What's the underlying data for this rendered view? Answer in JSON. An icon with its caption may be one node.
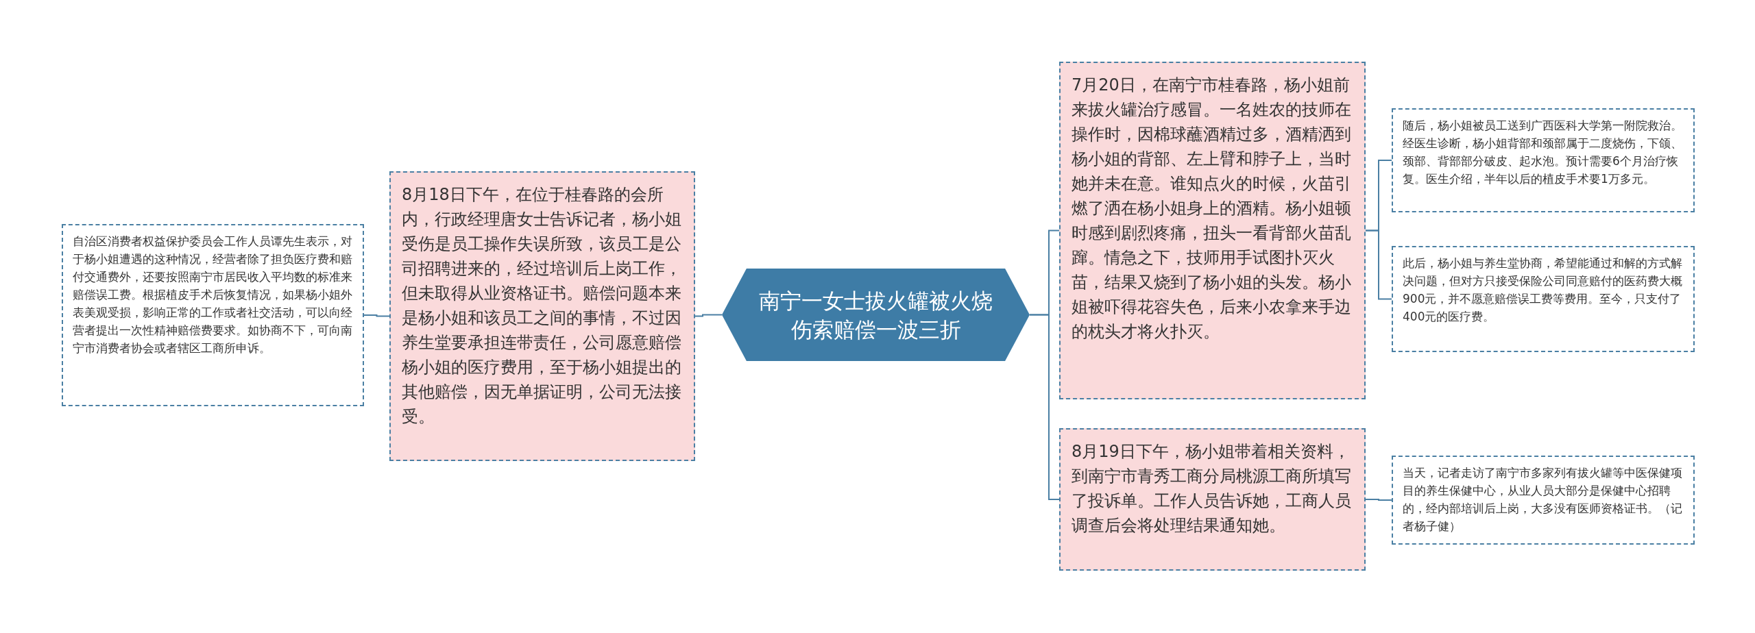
{
  "diagram": {
    "nodes": [
      {
        "text": [
          "南宁一女士拔火罐被火烧伤索赔偿一波三折"
        ]
      },
      {
        "text": [
          "8月18日下午，在位于桂春路的会所内，行政经理唐女士告诉记者，杨小姐受伤是员工操作失误所致，该员工是公司招聘进来的，经过培训后上岗工作，但未取得从业资格证书。赔偿问题本来是杨小姐和该员工之间的事情，不过因养生堂要承担连带责任，公司愿意赔偿杨小姐的医疗费用，至于杨小姐提出的其他赔偿，因无单据证明，公司无法接受。"
        ]
      },
      {
        "text": [
          "自治区消费者权益保护委员会工作人员谭先生表示，对于杨小姐遭遇的这种情况，经营者除了担负医疗费和赔付交通费外，还要按照南宁市居民收入平均数的标准来赔偿误工费。根据植皮手术后恢复情况，如果杨小姐外表美观受损，影响正常的工作或者社交活动，可以向经营者提出一次性精神赔偿费要求。如协商不下，可向南宁市消费者协会或者辖区工商所申诉。"
        ]
      },
      {
        "text": [
          "7月20日，在南宁市桂春路，杨小姐前来拔火罐治疗感冒。一名姓农的技师在操作时，因棉球蘸酒精过多，酒精洒到杨小姐的背部、左上臂和脖子上，当时她并未在意。谁知点火的时候，火苗引燃了洒在杨小姐身上的酒精。杨小姐顿时感到剧烈疼痛，扭头一看背部火苗乱蹿。情急之下，技师用手试图扑灭火苗，结果又烧到了杨小姐的头发。杨小姐被吓得花容失色，后来小农拿来手边的枕头才将火扑灭。"
        ]
      },
      {
        "text": [
          "随后，杨小姐被员工送到广西医科大学第一附院救治。经医生诊断，杨小姐背部和颈部属于二度烧伤，下颌、颈部、背部部分破皮、起水泡。预计需要6个月治疗恢复。医生介绍，半年以后的植皮手术要1万多元。"
        ]
      },
      {
        "text": [
          "此后，杨小姐与养生堂协商，希望能通过和解的方式解决问题，但对方只接受保险公司同意赔付的医药费大概900元，并不愿意赔偿误工费等费用。至今，只支付了400元的医疗费。"
        ]
      },
      {
        "text": [
          "8月19日下午，杨小姐带着相关资料，到南宁市青秀工商分局桃源工商所填写了投诉单。工作人员告诉她，工商人员调查后会将处理结果通知她。"
        ]
      },
      {
        "text": [
          "当天，记者走访了南宁市多家列有拔火罐等中医保健项目的养生保健中心，从业人员大部分是保健中心招聘的，经内部培训后上岗，大多没有医师资格证书。（记者杨子健）"
        ]
      }
    ],
    "edges": [
      {
        "from": 0,
        "to": 1,
        "arrow": "none"
      },
      {
        "from": 1,
        "to": 2,
        "arrow": "none"
      },
      {
        "from": 0,
        "to": 3,
        "arrow": "none"
      },
      {
        "from": 3,
        "to": 4,
        "arrow": "none"
      },
      {
        "from": 3,
        "to": 5,
        "arrow": "none"
      },
      {
        "from": 0,
        "to": 6,
        "arrow": "none"
      },
      {
        "from": 6,
        "to": 7,
        "arrow": "none"
      }
    ]
  }
}
